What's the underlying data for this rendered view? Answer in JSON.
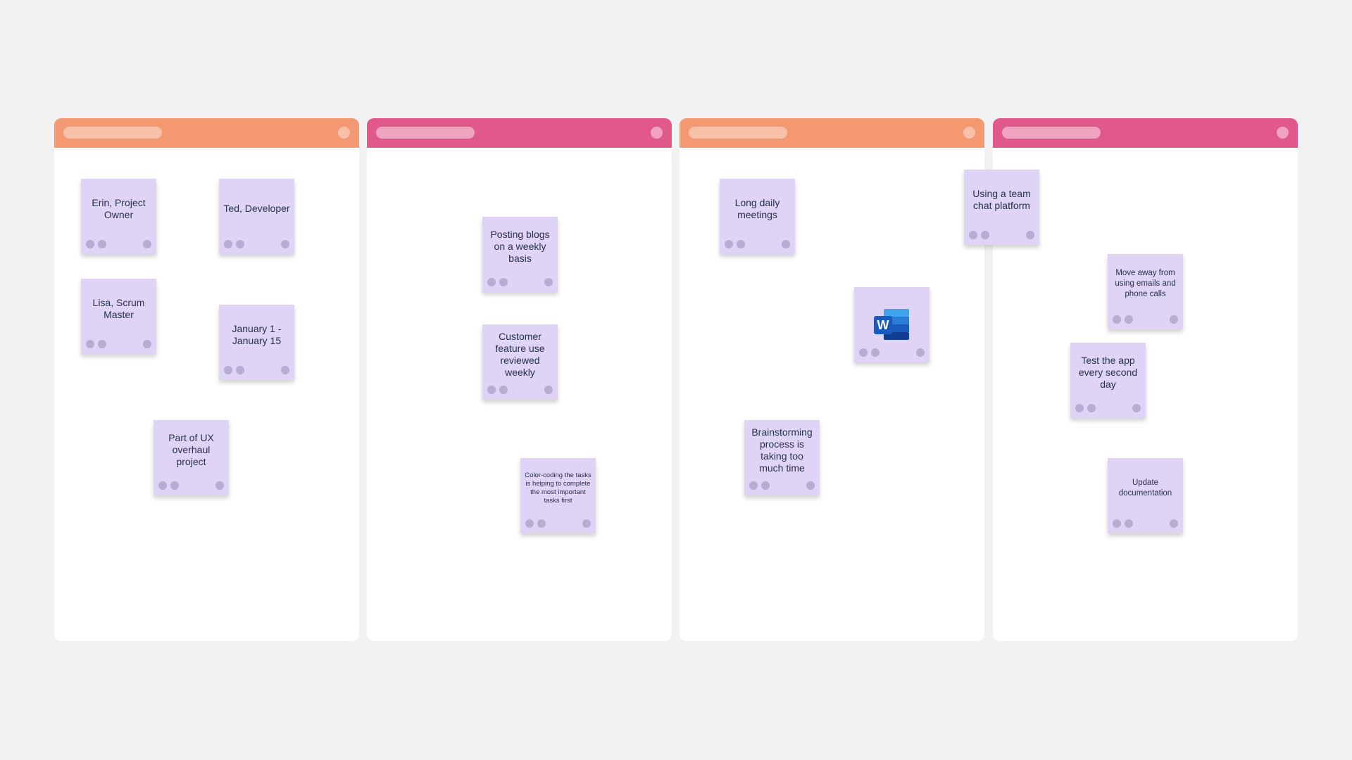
{
  "colors": {
    "background": "#f2f2f2",
    "orange_header": "#f39871",
    "pink_header": "#e1598a",
    "note_fill": "#dfd3f6"
  },
  "columns": [
    {
      "header_color": "orange",
      "notes": [
        {
          "text": "Erin, Project Owner"
        },
        {
          "text": "Ted, Developer"
        },
        {
          "text": "Lisa, Scrum Master"
        },
        {
          "text": "January 1 - January 15"
        },
        {
          "text": "Part of UX overhaul project"
        }
      ]
    },
    {
      "header_color": "pink",
      "notes": [
        {
          "text": "Posting blogs on a weekly basis"
        },
        {
          "text": "Customer feature use reviewed weekly"
        },
        {
          "text": "Color-coding the tasks is helping to complete the most important tasks first"
        }
      ]
    },
    {
      "header_color": "orange",
      "notes": [
        {
          "text": "Long daily meetings"
        },
        {
          "icon": "microsoft-word-icon"
        },
        {
          "text": "Brainstorming process is taking too much time"
        },
        {
          "text": "Using a team chat platform"
        }
      ]
    },
    {
      "header_color": "pink",
      "notes": [
        {
          "text": "Move away from using emails and phone calls"
        },
        {
          "text": "Test the app every second day"
        },
        {
          "text": "Update documentation"
        }
      ]
    }
  ]
}
